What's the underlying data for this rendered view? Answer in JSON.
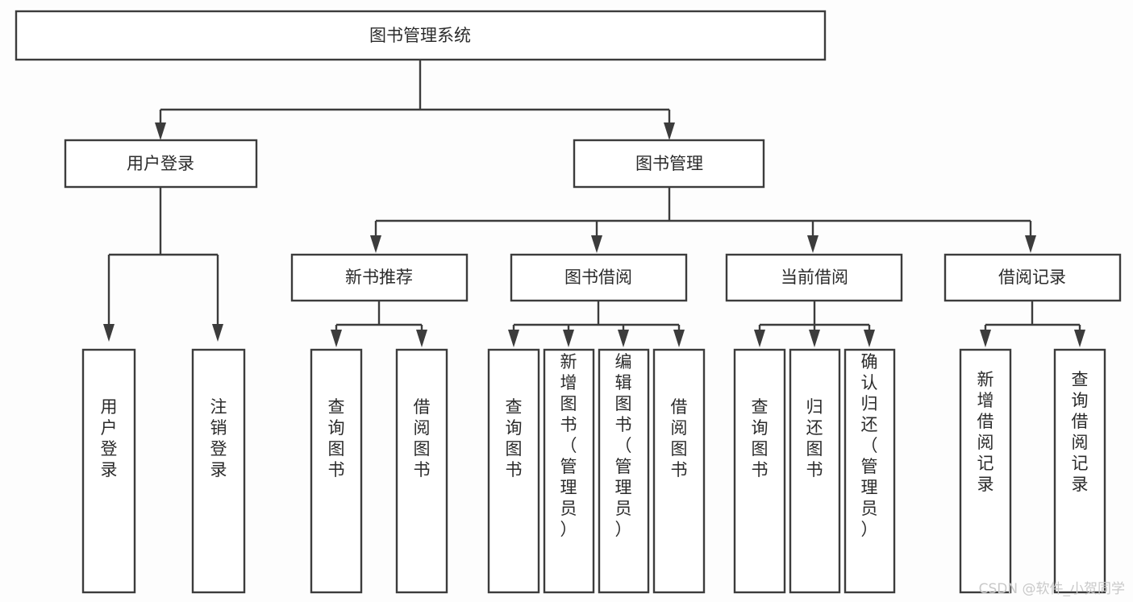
{
  "diagram": {
    "type": "tree-hierarchy",
    "orientation": "top-down",
    "title": "图书管理系统",
    "root": {
      "id": "root",
      "label": "图书管理系统",
      "level": 0
    },
    "level1": [
      {
        "id": "user-login",
        "label": "用户登录",
        "level": 1
      },
      {
        "id": "book-management",
        "label": "图书管理",
        "level": 1
      }
    ],
    "level2": [
      {
        "id": "new-book-recommend",
        "label": "新书推荐",
        "parent": "book-management",
        "level": 2
      },
      {
        "id": "book-borrow",
        "label": "图书借阅",
        "parent": "book-management",
        "level": 2
      },
      {
        "id": "current-borrow",
        "label": "当前借阅",
        "parent": "book-management",
        "level": 2
      },
      {
        "id": "borrow-record",
        "label": "借阅记录",
        "parent": "book-management",
        "level": 2
      }
    ],
    "leaves": [
      {
        "id": "leaf-user-login",
        "label": "用户登录",
        "parent": "user-login",
        "level": 2
      },
      {
        "id": "leaf-logout",
        "label": "注销登录",
        "parent": "user-login",
        "level": 2
      },
      {
        "id": "leaf-query-book-1",
        "label": "查询图书",
        "parent": "new-book-recommend",
        "level": 3
      },
      {
        "id": "leaf-borrow-book-1",
        "label": "借阅图书",
        "parent": "new-book-recommend",
        "level": 3
      },
      {
        "id": "leaf-query-book-2",
        "label": "查询图书",
        "parent": "book-borrow",
        "level": 3
      },
      {
        "id": "leaf-add-book",
        "label": "新增图书（管理员）",
        "parent": "book-borrow",
        "level": 3
      },
      {
        "id": "leaf-edit-book",
        "label": "编辑图书（管理员）",
        "parent": "book-borrow",
        "level": 3
      },
      {
        "id": "leaf-borrow-book-2",
        "label": "借阅图书",
        "parent": "book-borrow",
        "level": 3
      },
      {
        "id": "leaf-query-book-3",
        "label": "查询图书",
        "parent": "current-borrow",
        "level": 3
      },
      {
        "id": "leaf-return-book",
        "label": "归还图书",
        "parent": "current-borrow",
        "level": 3
      },
      {
        "id": "leaf-confirm-return",
        "label": "确认归还（管理员）",
        "parent": "current-borrow",
        "level": 3
      },
      {
        "id": "leaf-add-record",
        "label": "新增借阅记录",
        "parent": "borrow-record",
        "level": 3
      },
      {
        "id": "leaf-query-record",
        "label": "查询借阅记录",
        "parent": "borrow-record",
        "level": 3
      }
    ]
  },
  "watermark": {
    "text": "CSDN @软件_小贺同学"
  },
  "colors": {
    "background": "#fdfdfd",
    "box_fill": "#ffffff",
    "box_stroke": "#3c3c3c",
    "text": "#2b2b2b",
    "watermark": "#c9c9c9"
  }
}
